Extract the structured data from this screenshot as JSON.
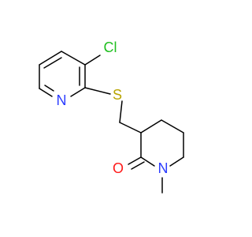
{
  "molecule": {
    "atoms": {
      "chlorine": {
        "label": "Cl",
        "color": "#1fbf1f"
      },
      "sulfur": {
        "label": "S",
        "color": "#b8a400"
      },
      "pyridine_nitrogen": {
        "label": "N",
        "color": "#2b3cff"
      },
      "amide_nitrogen": {
        "label": "N",
        "color": "#2b3cff"
      },
      "carbonyl_oxygen": {
        "label": "O",
        "color": "#ff1a1a"
      }
    },
    "bond_color": "#000000"
  }
}
